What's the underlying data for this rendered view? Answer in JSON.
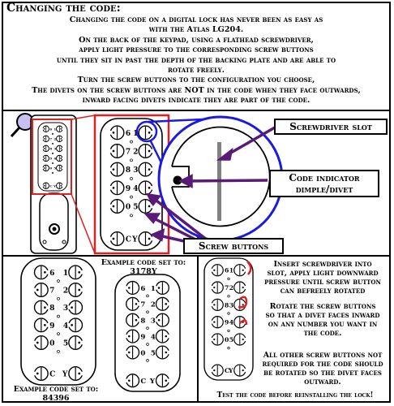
{
  "header": {
    "title": "Changing the code:",
    "intro_lines": [
      "Changing the code on a digital lock has never been as easy as",
      "with the Atlas LG204.",
      "On the back of the keypad, using a flathead screwdriver,",
      "apply light pressure to the corresponding screw buttons",
      "until they sit in past the depth of the backing plate and are able to",
      "rotate freely.",
      "Turn the screw buttons to the configuration you choose,",
      "The divets on the screw buttons are NOT in the code when they face outwards,",
      "inward facing divets indicate they are part of the code."
    ]
  },
  "callouts": {
    "screwdriver_slot": "Screwdriver slot",
    "code_indicator_line1": "Code indicator",
    "code_indicator_line2": "dimple/divet",
    "screw_buttons": "Screw buttons"
  },
  "keypad": {
    "left_digits": [
      "6",
      "7",
      "8",
      "9",
      "0"
    ],
    "right_digits": [
      "1",
      "2",
      "3",
      "4",
      "5"
    ],
    "bottom_left": "C",
    "bottom_right": "Y"
  },
  "examples": {
    "ex1_caption_line1": "Example code set to:",
    "ex1_caption_line2": "84396",
    "ex2_caption_line1": "Example code set to:",
    "ex2_caption_line2": "3178Y"
  },
  "instructions": {
    "step1": [
      "Insert screwdriver into",
      "slot, apply light downward",
      "pressure until screw button",
      "can befreely rotated"
    ],
    "step2": [
      "Rotate the screw buttons",
      "so that a divet faces inward",
      "on any number you want in",
      "the code."
    ],
    "step3": [
      "All other screw buttons not",
      "required for the code should",
      "be rotated so the divet faces",
      "outward."
    ],
    "footer": "Test the code before reinstalling the lock!"
  },
  "colors": {
    "highlight_red": "#e02020",
    "highlight_blue": "#1a1ae0",
    "arrow_purple": "#5a1a78",
    "slot_gray": "#808080",
    "magnifier_fill": "#c8c0f0"
  },
  "icons": [
    "magnifier-icon"
  ]
}
